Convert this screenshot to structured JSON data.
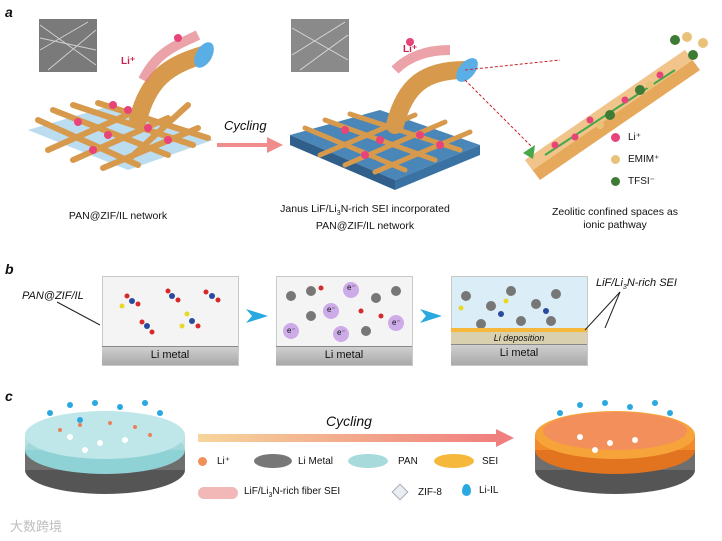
{
  "panels": {
    "a": "a",
    "b": "b",
    "c": "c"
  },
  "panel_a": {
    "caption_left": "PAN@ZIF/IL network",
    "caption_mid_1": "Janus LiF/Li",
    "caption_mid_sub": "3",
    "caption_mid_2": "N-rich SEI incorporated",
    "caption_mid_3": "PAN@ZIF/IL network",
    "caption_right_1": "Zeolitic confined spaces as",
    "caption_right_2": "ionic pathway",
    "arrow_label": "Cycling",
    "li_plus_1": "Li⁺",
    "li_plus_2": "Li⁺",
    "legend": [
      "Li⁺",
      "EMIM⁺",
      "TFSI⁻"
    ]
  },
  "panel_b": {
    "label_left": "PAN@ZIF/IL",
    "label_right_1": "LiF/Li",
    "label_right_sub": "3",
    "label_right_2": "N-rich SEI",
    "metal_1": "Li metal",
    "metal_2": "Li metal",
    "metal_3": "Li metal",
    "deposition": "Li  deposition",
    "electron": "e⁻"
  },
  "panel_c": {
    "arrow_label": "Cycling",
    "legend": {
      "li": "Li⁺",
      "li_metal": "Li Metal",
      "pan": "PAN",
      "sei": "SEI",
      "fiber_1": "LiF/Li",
      "fiber_sub": "3",
      "fiber_2": "N-rich fiber SEI",
      "zif": "ZIF-8",
      "li_il": "Li-IL"
    }
  },
  "watermark": "大数跨境",
  "colors": {
    "li": "#e8447a",
    "emim": "#e9c27a",
    "tfsi": "#3e7b35",
    "arrow": "#f08c8c",
    "blue": "#29a9e0",
    "pan": "#a6dadb",
    "sei": "#f6a33a"
  }
}
